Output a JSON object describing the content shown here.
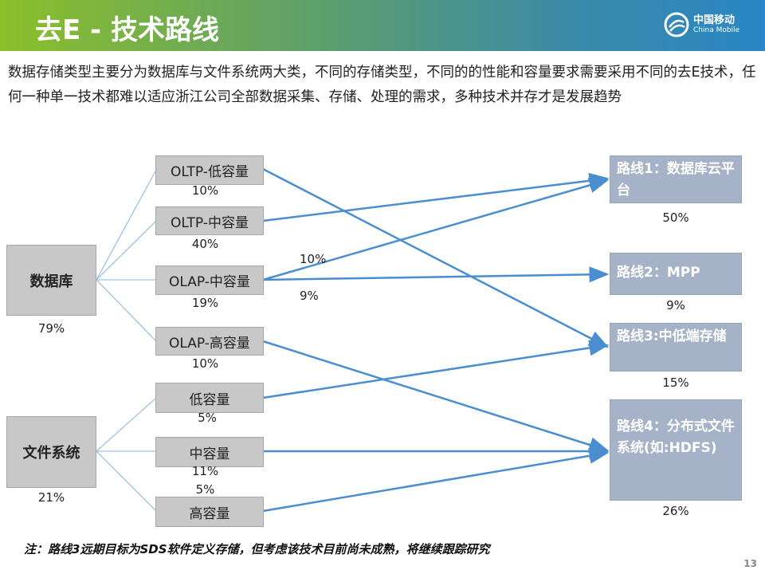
{
  "header": {
    "title": "去E - 技术路线",
    "logo_cn": "中国移动",
    "logo_en": "China Mobile"
  },
  "intro": "数据存储类型主要分为数据库与文件系统两大类，不同的存储类型，不同的的性能和容量要求需要采用不同的去E技术，任何一种单一技术都难以适应浙江公司全部数据采集、存储、处理的需求，多种技术并存才是发展趋势",
  "categories": [
    {
      "label": "数据库",
      "pct": "79%"
    },
    {
      "label": "文件系统",
      "pct": "21%"
    }
  ],
  "types": [
    {
      "label": "OLTP-低容量",
      "pct": "10%"
    },
    {
      "label": "OLTP-中容量",
      "pct": "40%"
    },
    {
      "label": "OLAP-中容量",
      "pct": "19%"
    },
    {
      "label": "OLAP-高容量",
      "pct": "10%"
    },
    {
      "label": "低容量",
      "pct": "5%"
    },
    {
      "label": "中容量",
      "pct": "11%"
    },
    {
      "label": "高容量",
      "pct": "5%"
    }
  ],
  "split_labels": [
    "10%",
    "9%"
  ],
  "routes": [
    {
      "label": "路线1：数据库云平台",
      "pct": "50%"
    },
    {
      "label": "路线2：MPP",
      "pct": "9%"
    },
    {
      "label": "路线3:中低端存储",
      "pct": "15%"
    },
    {
      "label": "路线4：分布式文件系统(如:HDFS)",
      "pct": "26%"
    }
  ],
  "note": "注：路线3远期目标为SDS软件定义存储，但考虑该技术目前尚未成熟，将继续跟踪研究",
  "page_number": "13",
  "colors": {
    "arrow": "#4a8ed0",
    "thin": "#9cc3e6"
  }
}
